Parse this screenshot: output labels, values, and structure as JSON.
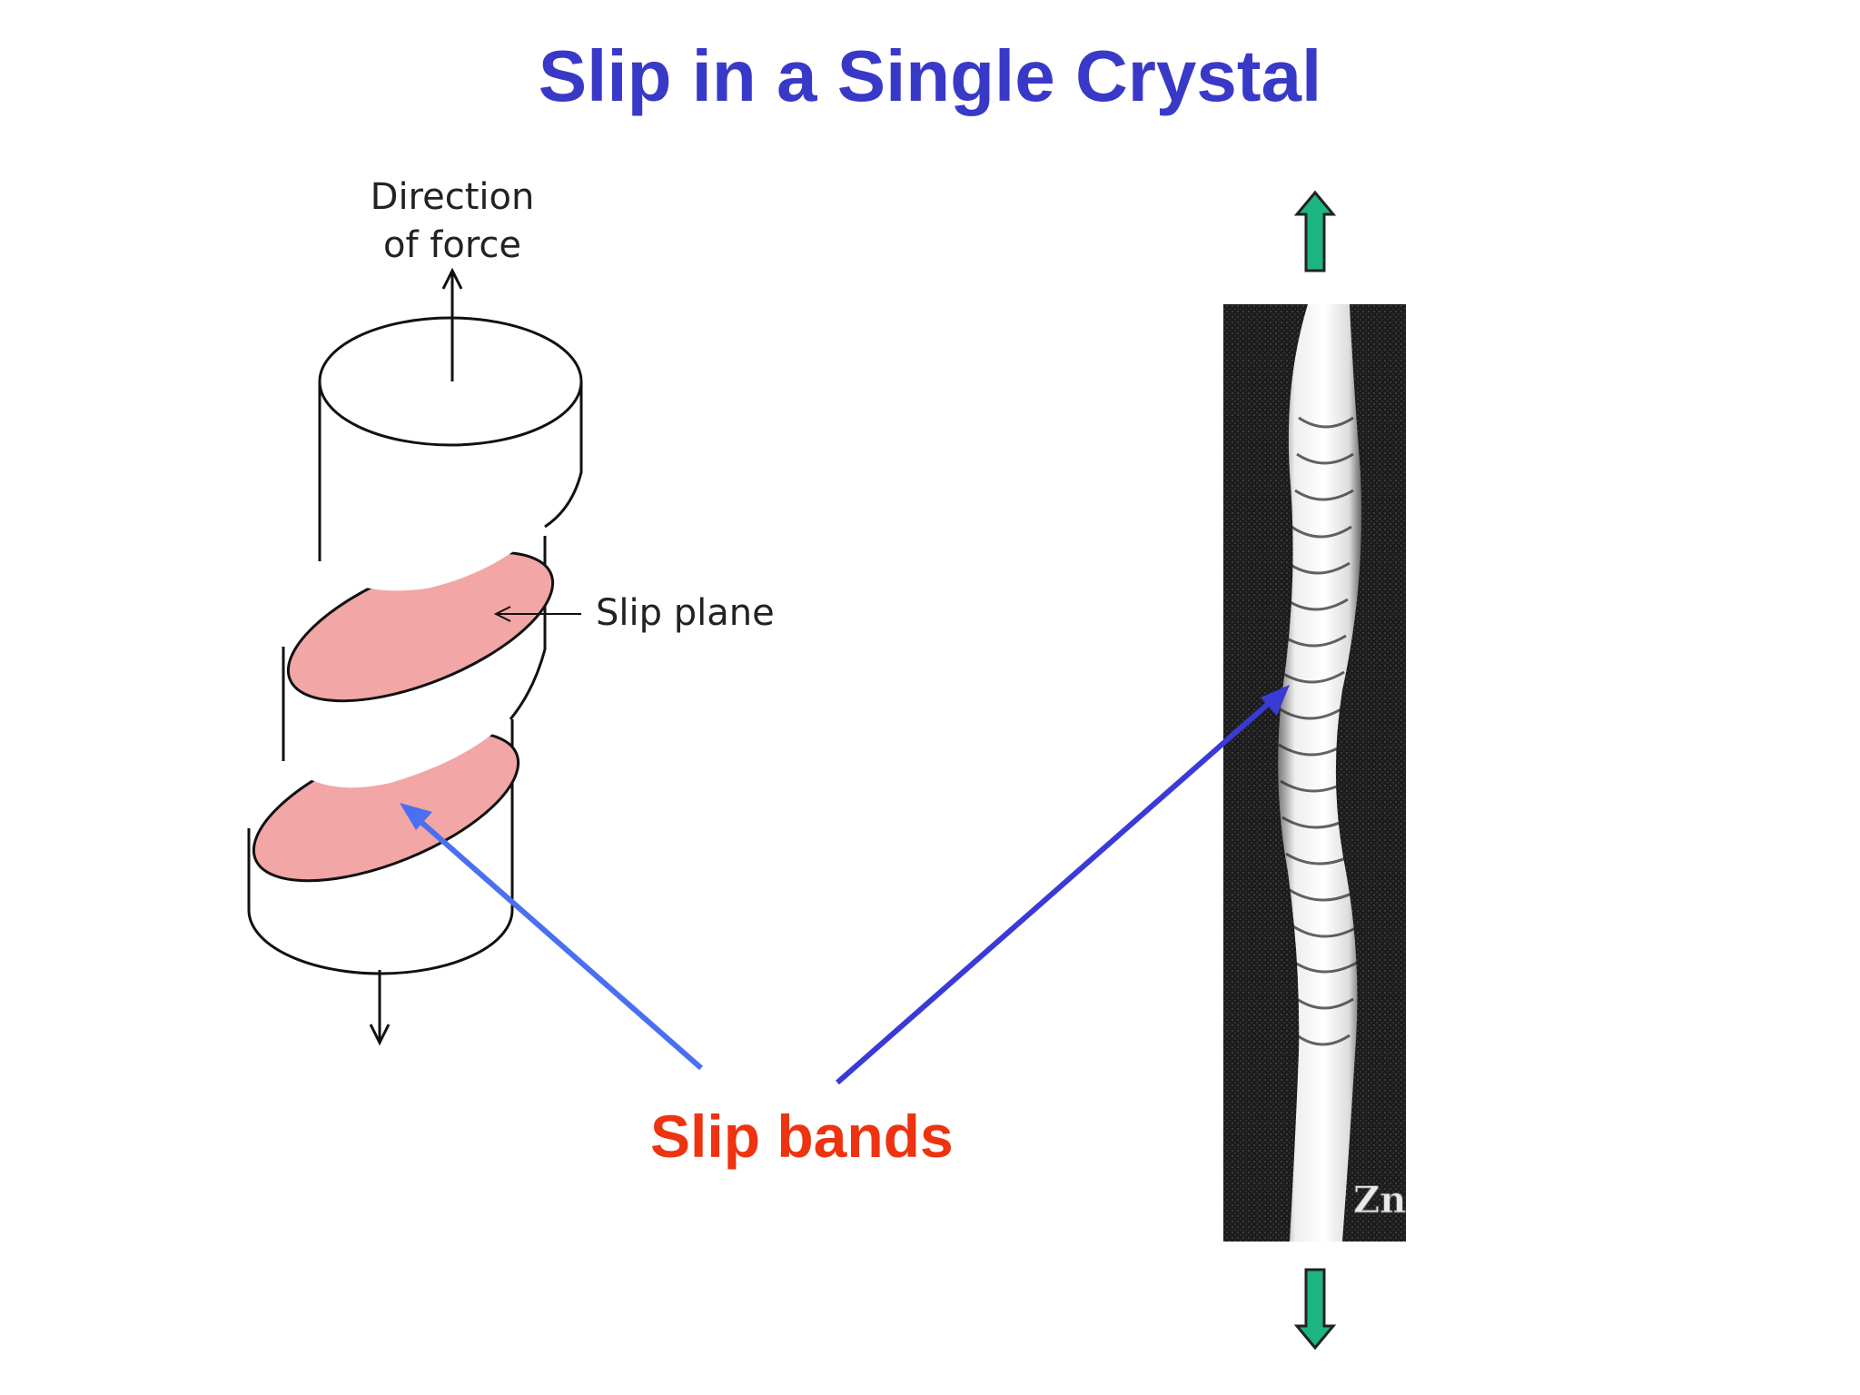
{
  "title": "Slip in a Single Crystal",
  "diagram": {
    "force_label_line1": "Direction",
    "force_label_line2": "of force",
    "slip_plane_label": "Slip plane",
    "callout_label": "Slip bands",
    "specimen_label": "Zn"
  },
  "colors": {
    "title": "#3939c8",
    "callout": "#ee3311",
    "slip_plane_fill": "#f2a6a6",
    "pointer_arrow": "#3a3ad6",
    "pointer_arrow_light": "#4a6ff0",
    "force_arrows": "#1db584",
    "photo_background": "#1a1a1a"
  }
}
